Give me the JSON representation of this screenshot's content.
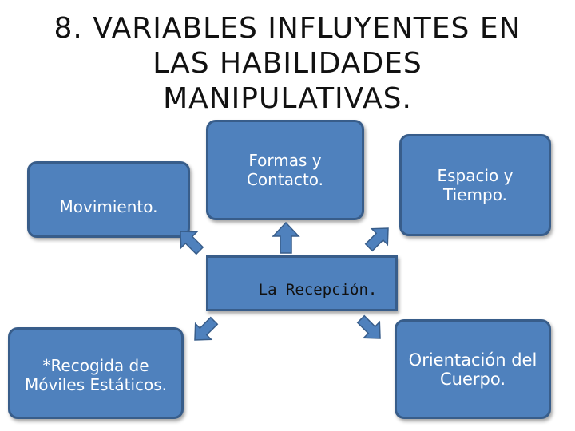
{
  "title": {
    "line1": "8. VARIABLES INFLUYENTES EN",
    "line2": "LAS HABILIDADES",
    "line3": "MANIPULATIVAS."
  },
  "nodes": {
    "movimiento": "Movimiento.",
    "formas": "Formas y\nContacto.",
    "espacio": "Espacio y\nTiempo.",
    "center": "La Recepción.",
    "recogida": "*Recogida de\nMóviles Estáticos.",
    "orientacion": "Orientación del\nCuerpo."
  },
  "colors": {
    "box_fill": "#4f81bd",
    "box_border": "#385d8a"
  }
}
